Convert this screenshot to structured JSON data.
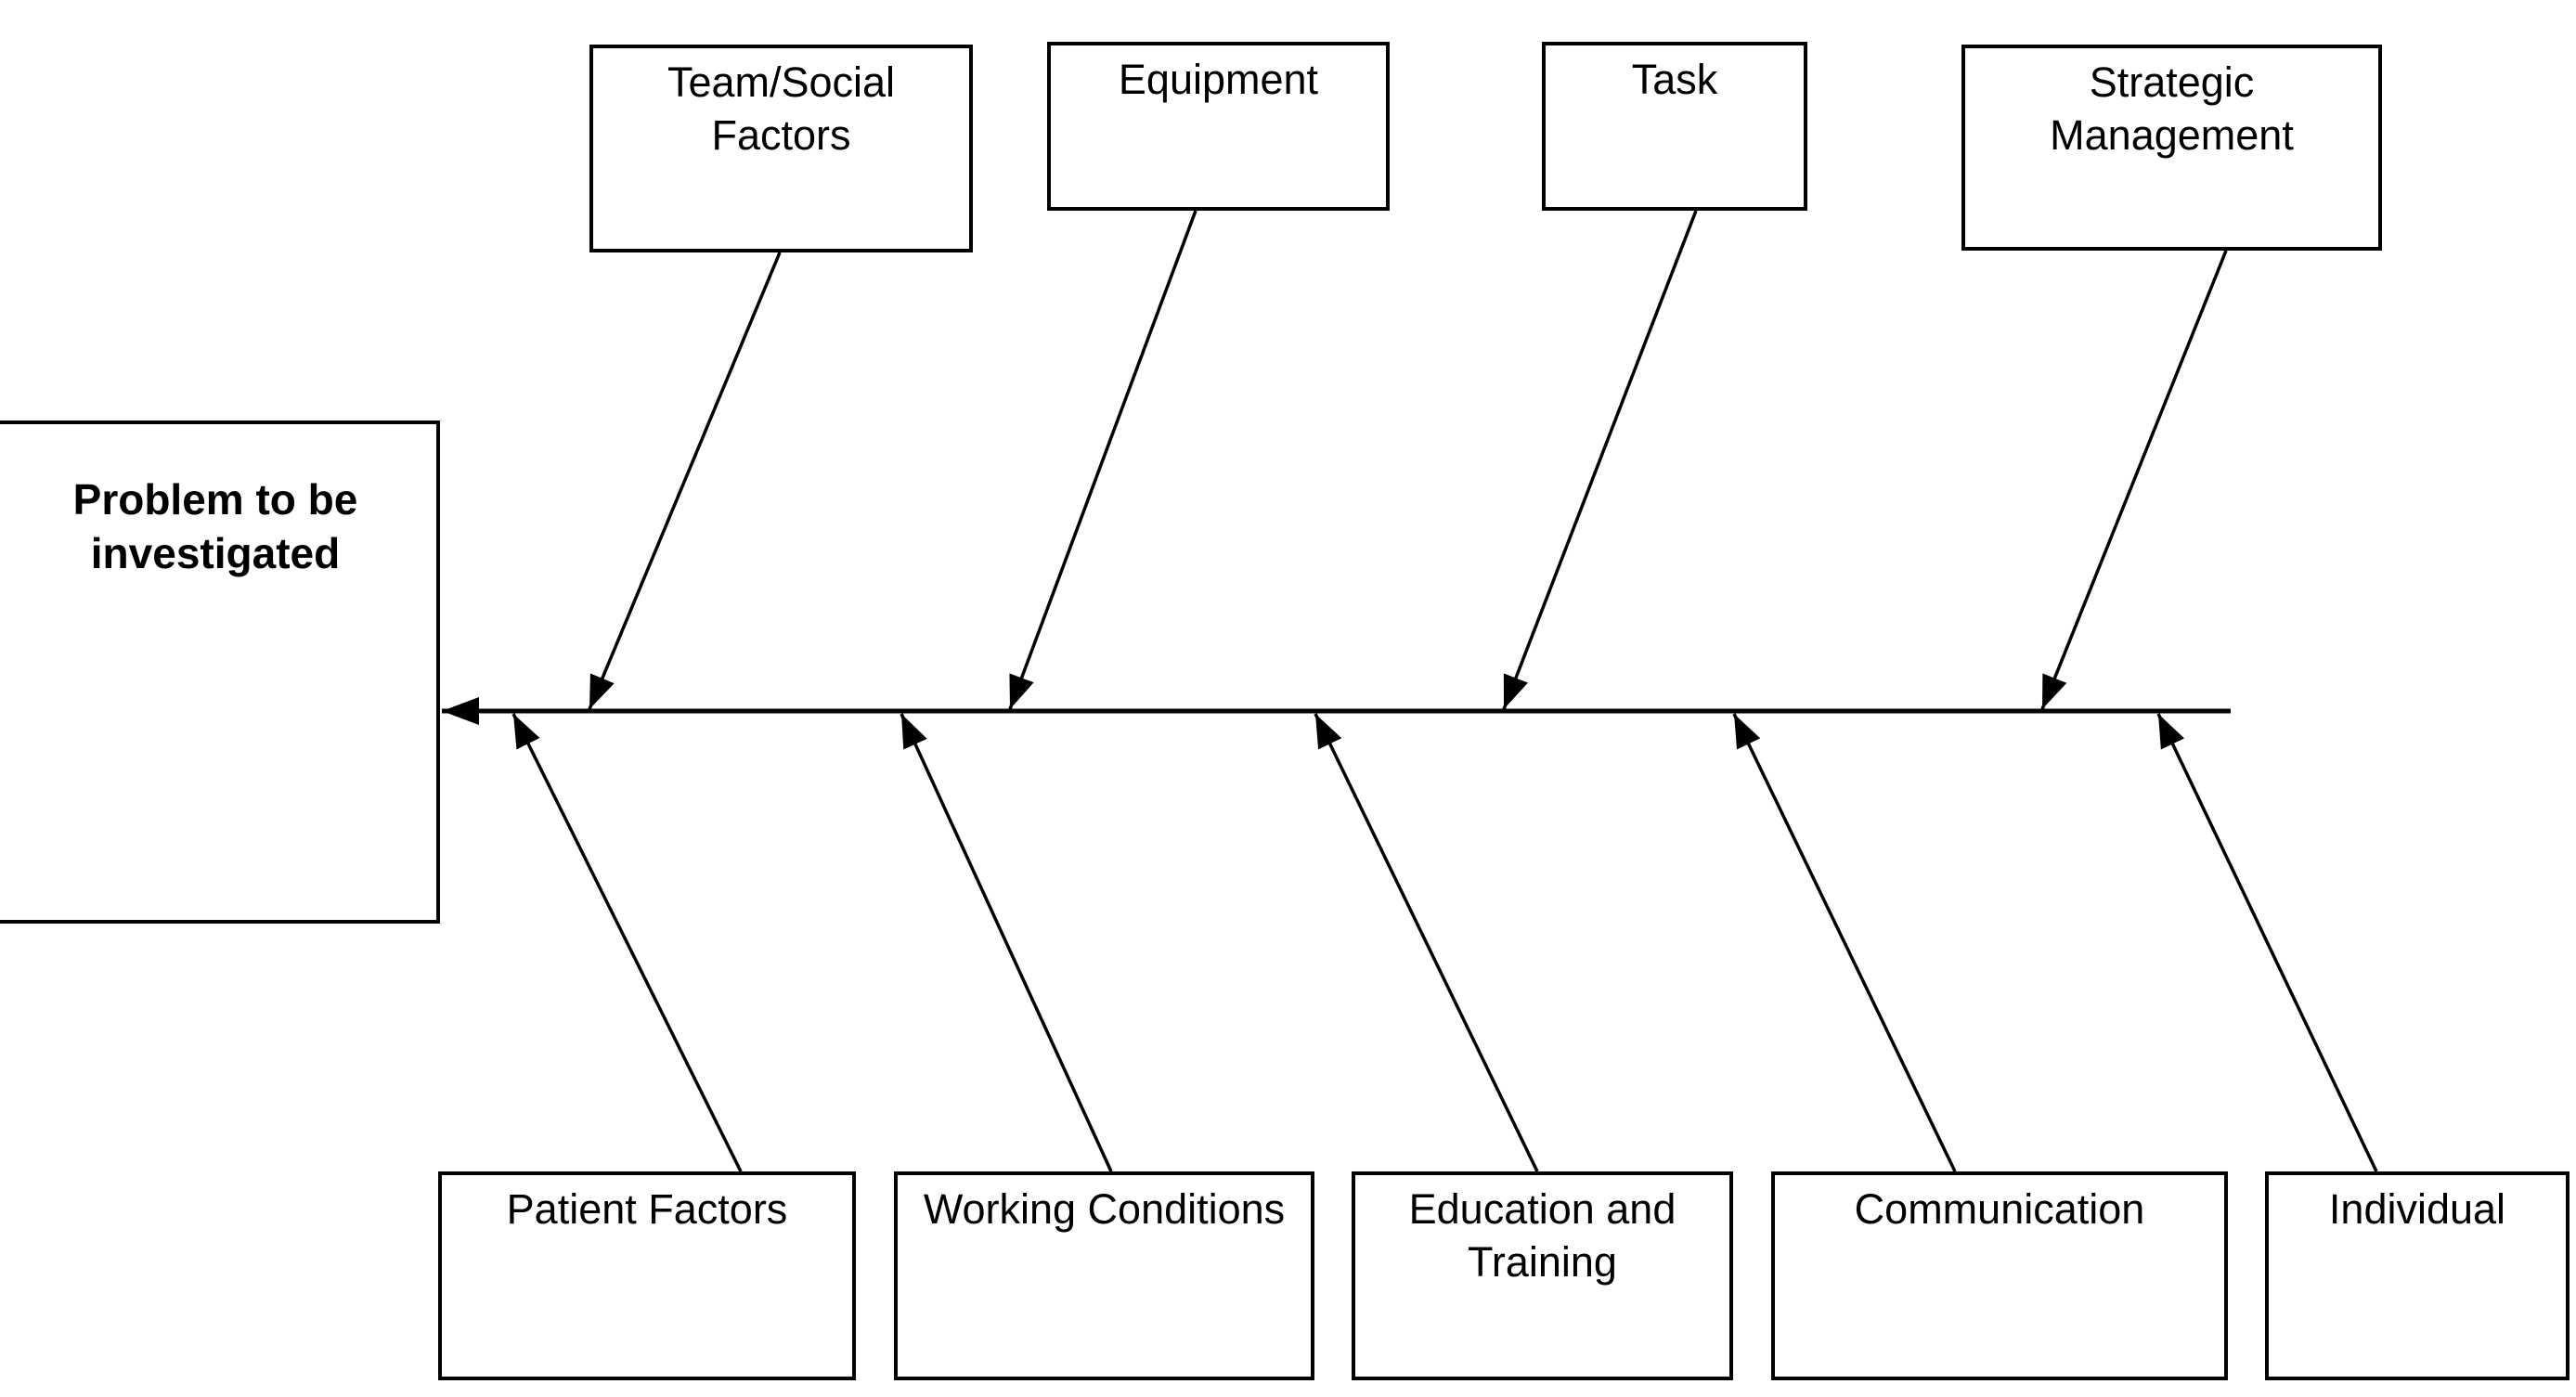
{
  "diagram": {
    "type": "fishbone-cause-and-effect",
    "problem": {
      "label": "Problem to be investigated"
    },
    "top_causes": [
      {
        "label": "Team/Social Factors"
      },
      {
        "label": "Equipment"
      },
      {
        "label": "Task"
      },
      {
        "label": "Strategic Management"
      }
    ],
    "bottom_causes": [
      {
        "label": "Patient Factors"
      },
      {
        "label": "Working Conditions"
      },
      {
        "label": "Education and Training"
      },
      {
        "label": "Communication"
      },
      {
        "label": "Individual"
      }
    ],
    "colors": {
      "background": "#ffffff",
      "line": "#000000",
      "box_border": "#000000",
      "text": "#000000"
    }
  }
}
